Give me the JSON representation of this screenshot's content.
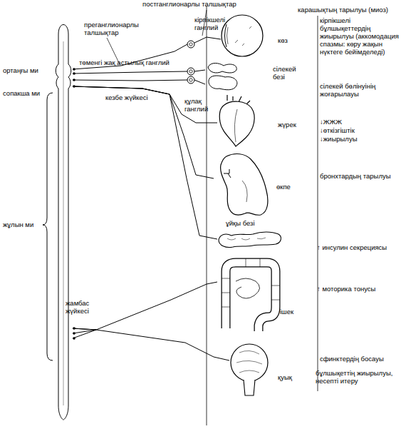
{
  "diagram": {
    "nodes": [
      {
        "text": [
          "ортаңғы ми",
          "сопакша ми",
          "жұлын ми"
        ]
      },
      {
        "text": [
          "кірпікшелі ганглий"
        ]
      },
      {
        "text": [
          "көз"
        ]
      },
      {
        "text": [
          "төменгі жақ астылық ганглий"
        ]
      },
      {
        "text": [
          "құлақ ганглий"
        ]
      },
      {
        "text": [
          "сілекей безі"
        ]
      },
      {
        "text": [
          "жүрек"
        ]
      },
      {
        "text": [
          "өкпе"
        ]
      },
      {
        "text": [
          "ұйқы безі"
        ]
      },
      {
        "text": [
          "ішек"
        ]
      },
      {
        "text": [
          "қуық"
        ]
      }
    ],
    "edges": [
      {
        "from": 0,
        "to": 1,
        "arrow": "none"
      },
      {
        "from": 1,
        "to": 2,
        "arrow": "none"
      },
      {
        "from": 0,
        "to": 3,
        "arrow": "none"
      },
      {
        "from": 3,
        "to": 5,
        "arrow": "none"
      },
      {
        "from": 0,
        "to": 4,
        "arrow": "none"
      },
      {
        "from": 4,
        "to": 5,
        "arrow": "none"
      },
      {
        "from": 0,
        "to": 6,
        "arrow": "none"
      },
      {
        "from": 0,
        "to": 7,
        "arrow": "none"
      },
      {
        "from": 0,
        "to": 8,
        "arrow": "none"
      },
      {
        "from": 0,
        "to": 9,
        "arrow": "none"
      },
      {
        "from": 0,
        "to": 10,
        "arrow": "none"
      }
    ],
    "labels": [
      "постганглионарлы талшықтар",
      "карашықтың тарылуы (миоз)",
      "преганглионарлы талшықтар",
      "кірпікшелі бұлшықеттердің жиырылуы (аккомодация спазмы: көру жақын нүктеге бейімделеді)",
      "сілекей бөлінуінің жоғарылауы",
      "кезбе жүйкесі",
      "↓ЖЖЖ",
      "↓өткізгіштік",
      "↓жиырылуы",
      "бронхтардың тарылуы",
      "↑ инсулин секрециясы",
      "жамбас жүйкесі",
      "↑ моторика тонусы",
      "сфинктердің босауы",
      "бұлшықеттің жиырылуы, несепті итеру"
    ]
  }
}
